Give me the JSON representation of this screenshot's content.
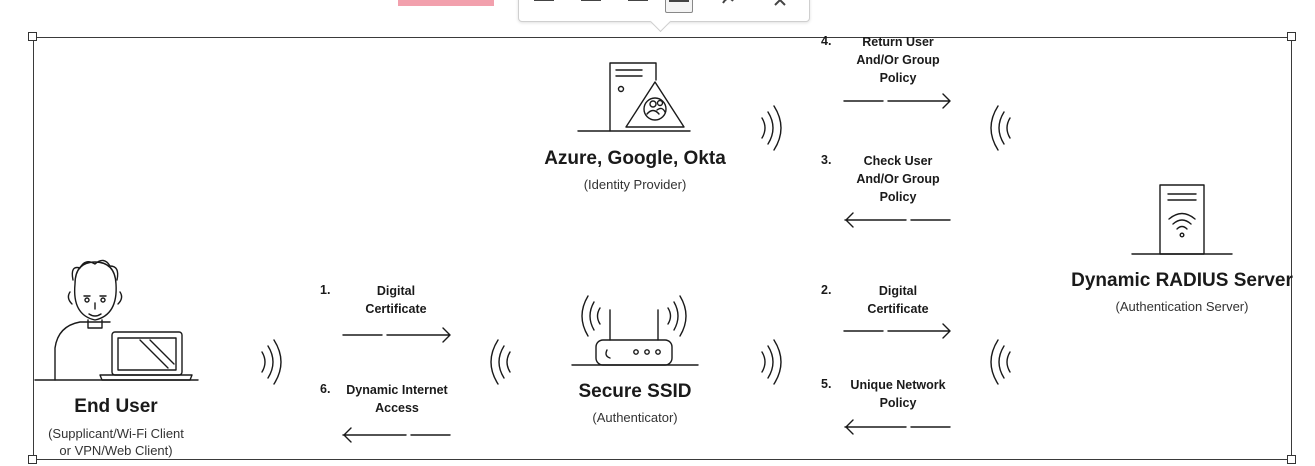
{
  "toolbar": {
    "buttons": [
      "align-left-icon",
      "align-center-icon",
      "align-right-icon",
      "align-justify-icon",
      "redo-icon",
      "close-icon"
    ]
  },
  "nodes": {
    "end_user": {
      "title": "End User",
      "subtitle_1": "(Supplicant/Wi-Fi Client",
      "subtitle_2": "or VPN/Web Client)"
    },
    "ssid": {
      "title": "Secure SSID",
      "subtitle": "(Authenticator)"
    },
    "idp": {
      "title": "Azure, Google, Okta",
      "subtitle": "(Identity Provider)"
    },
    "radius": {
      "title": "Dynamic RADIUS Server",
      "subtitle": "(Authentication Server)"
    }
  },
  "steps": {
    "s1": {
      "num": "1.",
      "line1": "Digital",
      "line2": "Certificate"
    },
    "s6": {
      "num": "6.",
      "line1": "Dynamic Internet",
      "line2": "Access"
    },
    "s2": {
      "num": "2.",
      "line1": "Digital",
      "line2": "Certificate"
    },
    "s5": {
      "num": "5.",
      "line1": "Unique Network",
      "line2": "Policy"
    },
    "s3": {
      "num": "3.",
      "line1": "Check User",
      "line2": "And/Or Group",
      "line3": "Policy"
    },
    "s4": {
      "num": "4.",
      "line1": "Return User",
      "line2": "And/Or Group",
      "line3": "Policy"
    }
  },
  "colors": {
    "stroke": "#1a1a1a",
    "accent_pink": "#f2a0ad"
  }
}
